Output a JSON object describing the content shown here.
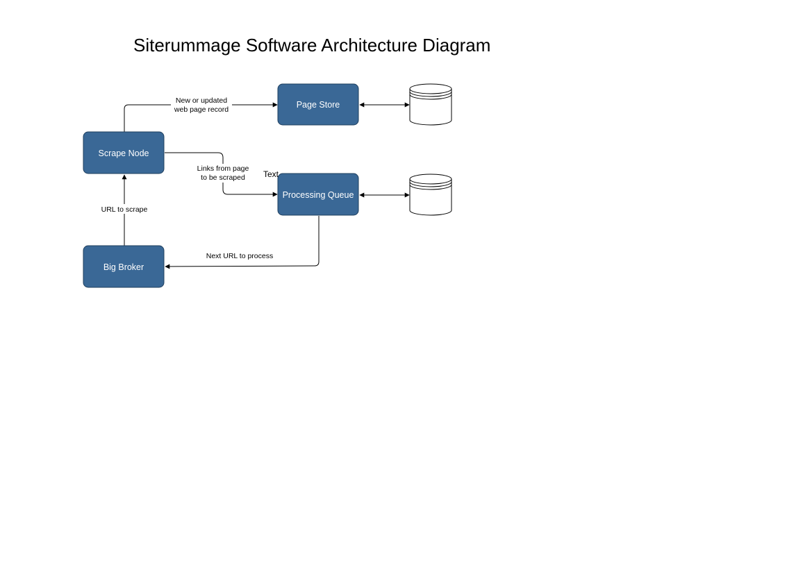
{
  "title": "Siterummage Software Architecture Diagram",
  "nodes": {
    "page_store": "Page Store",
    "scrape_node": "Scrape Node",
    "processing_queue": "Processing Queue",
    "big_broker": "Big Broker"
  },
  "edges": {
    "new_or_updated_line1": "New or updated",
    "new_or_updated_line2": "web page record",
    "links_line1": "Links from page",
    "links_line2": "to be scraped",
    "url_to_scrape": "URL to scrape",
    "next_url": "Next URL to process"
  },
  "free_text": "Text",
  "colors": {
    "node_fill": "#3a6896",
    "node_border": "#1f3f5e",
    "node_text": "#ffffff"
  }
}
